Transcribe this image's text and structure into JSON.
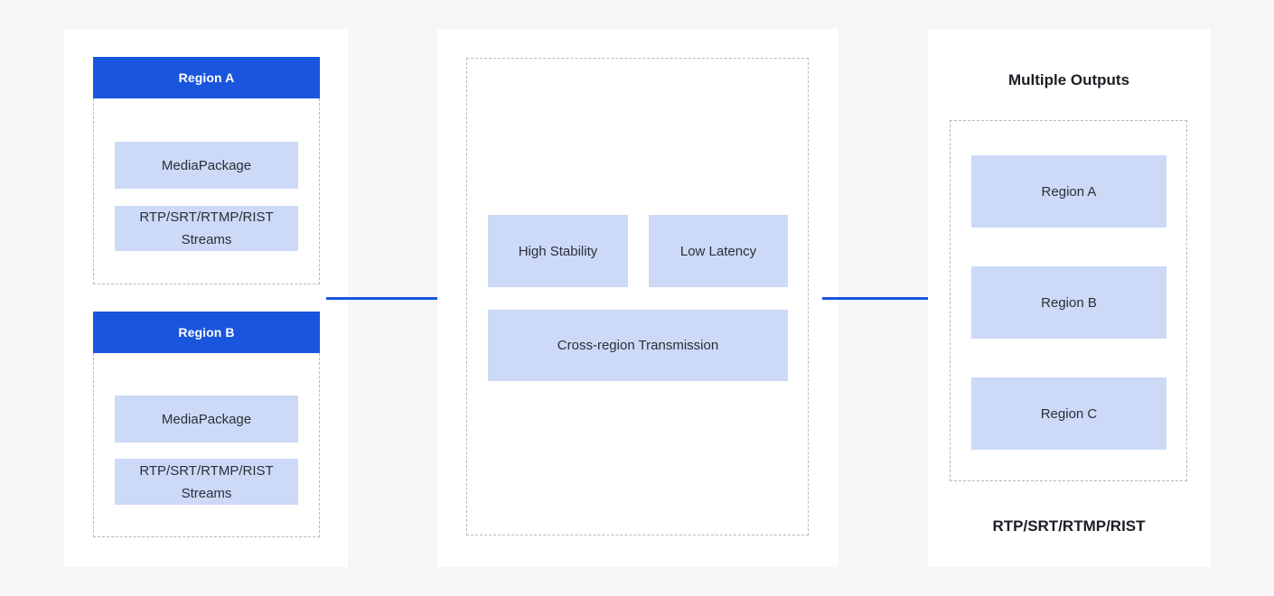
{
  "colors": {
    "page_bg": "#f6f6f7",
    "card_bg": "#ffffff",
    "accent_blue": "#1a55dd",
    "light_blue": "#ccd9f7",
    "dashed_border": "#b9b9b9",
    "text_dark": "#2b2f36",
    "title_text": "#1b1e24",
    "header_text": "#ffffff"
  },
  "left_panel": {
    "groups": [
      {
        "header": "Region A",
        "items": [
          {
            "lines": [
              "MediaPackage",
              ""
            ]
          },
          {
            "lines": [
              "RTP/SRT/RTMP/RIST",
              "Streams"
            ]
          }
        ]
      },
      {
        "header": "Region B",
        "items": [
          {
            "lines": [
              "MediaPackage",
              ""
            ]
          },
          {
            "lines": [
              "RTP/SRT/RTMP/RIST",
              "Streams"
            ]
          }
        ]
      }
    ]
  },
  "middle_panel": {
    "features": [
      "High Stability",
      "Low Latency"
    ],
    "wide_feature": "Cross-region Transmission"
  },
  "right_panel": {
    "title": "Multiple Outputs",
    "outputs": [
      "Region A",
      "Region B",
      "Region C"
    ],
    "footer": "RTP/SRT/RTMP/RIST"
  }
}
